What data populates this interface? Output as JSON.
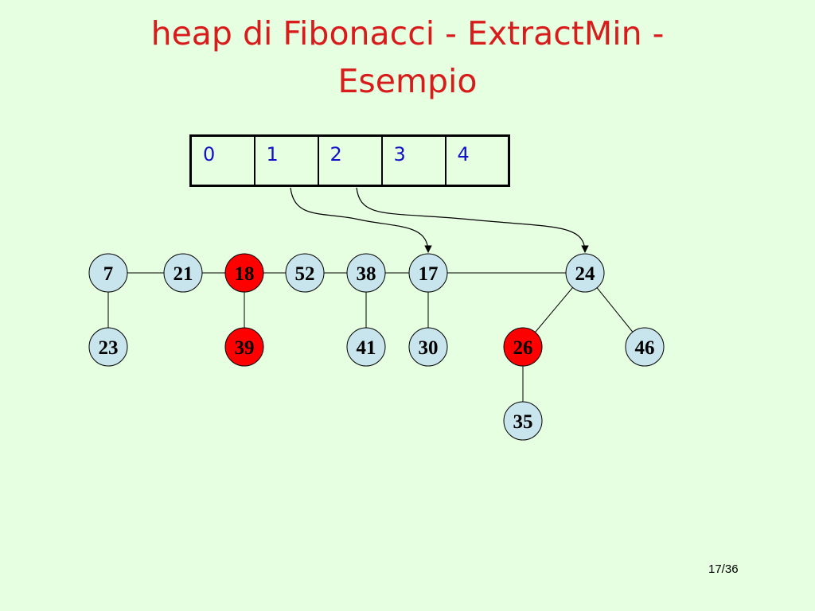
{
  "title_line1": "heap di Fibonacci - ExtractMin -",
  "title_line2": "Esempio",
  "array_cells": [
    "0",
    "1",
    "2",
    "3",
    "4"
  ],
  "nodes": [
    {
      "id": "n7",
      "label": "7",
      "marked": false
    },
    {
      "id": "n21",
      "label": "21",
      "marked": false
    },
    {
      "id": "n18",
      "label": "18",
      "marked": true
    },
    {
      "id": "n52",
      "label": "52",
      "marked": false
    },
    {
      "id": "n38",
      "label": "38",
      "marked": false
    },
    {
      "id": "n17",
      "label": "17",
      "marked": false
    },
    {
      "id": "n24",
      "label": "24",
      "marked": false
    },
    {
      "id": "n23",
      "label": "23",
      "marked": false
    },
    {
      "id": "n39",
      "label": "39",
      "marked": true
    },
    {
      "id": "n41",
      "label": "41",
      "marked": false
    },
    {
      "id": "n30",
      "label": "30",
      "marked": false
    },
    {
      "id": "n26",
      "label": "26",
      "marked": true
    },
    {
      "id": "n46",
      "label": "46",
      "marked": false
    },
    {
      "id": "n35",
      "label": "35",
      "marked": false
    }
  ],
  "root_list": [
    "n7",
    "n21",
    "n18",
    "n52",
    "n38",
    "n17",
    "n24"
  ],
  "edges": [
    [
      "n7",
      "n23"
    ],
    [
      "n18",
      "n39"
    ],
    [
      "n38",
      "n41"
    ],
    [
      "n17",
      "n30"
    ],
    [
      "n24",
      "n26"
    ],
    [
      "n24",
      "n46"
    ],
    [
      "n26",
      "n35"
    ]
  ],
  "pointers": [
    {
      "from_cell": 1,
      "to": "n17"
    },
    {
      "from_cell": 2,
      "to": "n24"
    }
  ],
  "colors": {
    "title": "#d81c1c",
    "array_text": "#1010c8",
    "node_fill": "#c8e4ec",
    "marked_fill": "#ff0000",
    "background": "#e6ffe0"
  },
  "page_number": "17/36"
}
